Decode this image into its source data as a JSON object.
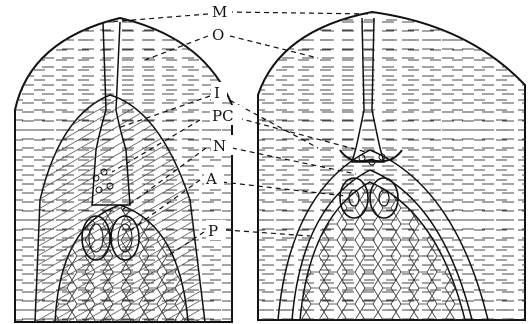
{
  "figure": {
    "labels": {
      "M": "M",
      "O": "O",
      "I": "I",
      "PC": "PC",
      "N": "N",
      "A": "A",
      "P": "P"
    }
  },
  "colors": {
    "ink": "#111111",
    "paper": "#ffffff",
    "tissue": "#555555"
  }
}
